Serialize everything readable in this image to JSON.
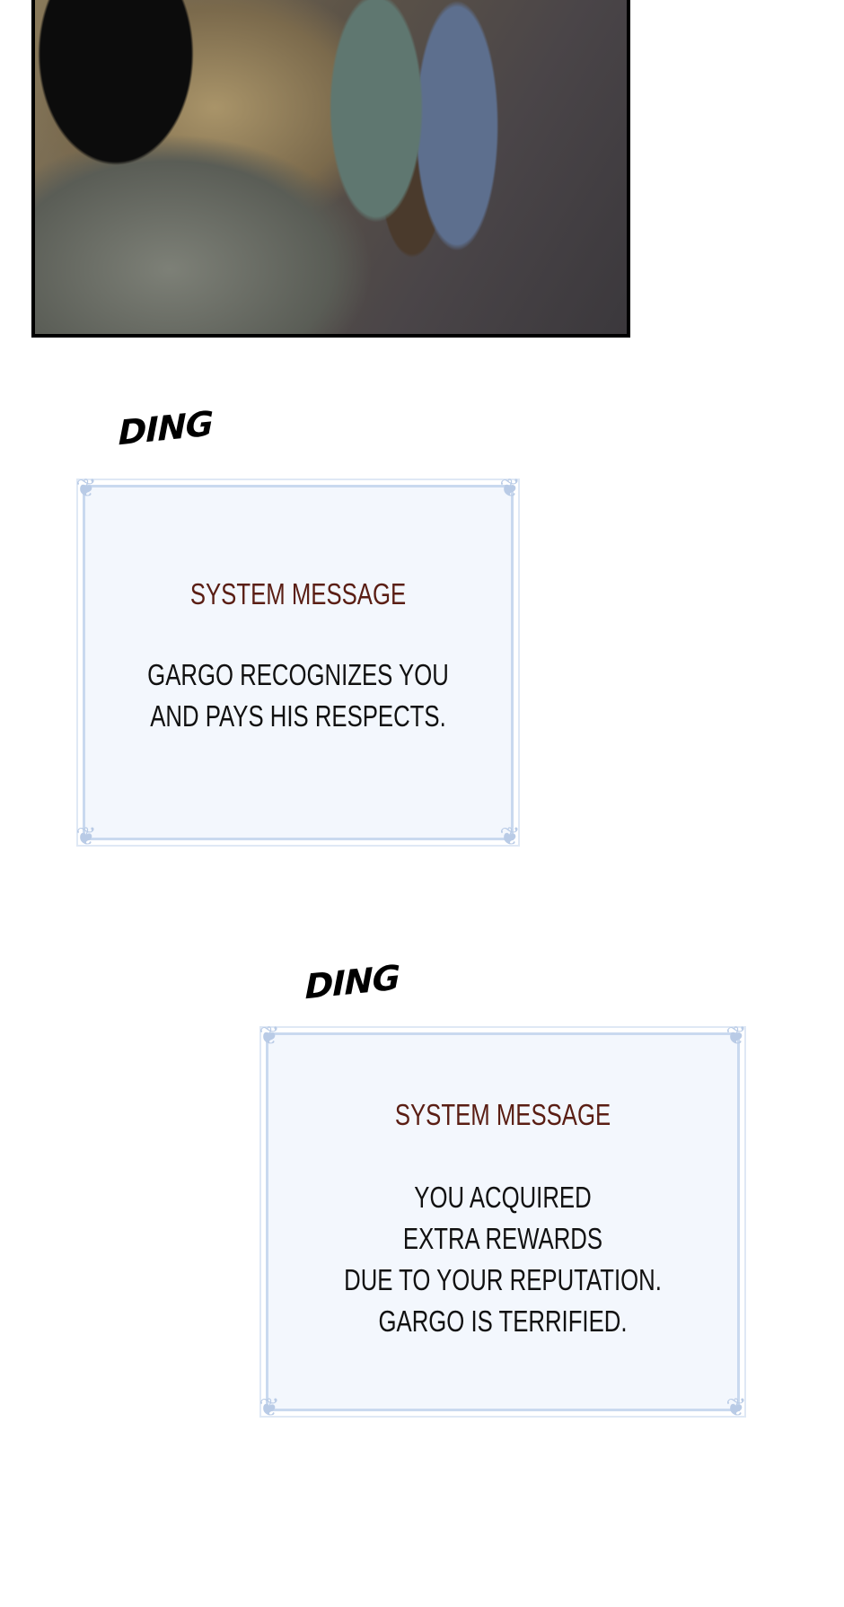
{
  "panel": {
    "description_icon": "comic-panel-image"
  },
  "messages": [
    {
      "sfx": "DING",
      "title": "SYSTEM MESSAGE",
      "lines": [
        "GARGO RECOGNIZES YOU",
        "AND PAYS HIS RESPECTS."
      ]
    },
    {
      "sfx": "DING",
      "title": "SYSTEM MESSAGE",
      "lines": [
        "YOU ACQUIRED",
        "EXTRA REWARDS",
        "DUE TO YOUR REPUTATION.",
        "GARGO IS TERRIFIED."
      ]
    }
  ],
  "colors": {
    "title": "#5a1e14",
    "box_fill": "#f3f7fd",
    "frame": "#c9d9ef"
  }
}
